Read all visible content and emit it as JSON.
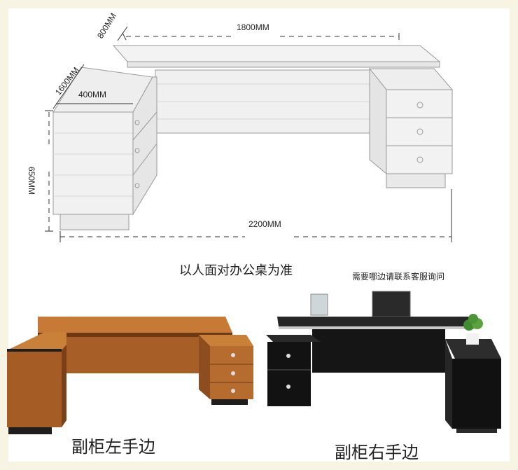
{
  "dimensions": {
    "length_top": "1800MM",
    "depth_top": "800MM",
    "side_length": "1600MM",
    "side_depth": "400MM",
    "height": "650MM",
    "total_length": "2200MM"
  },
  "captions": {
    "orientation_note": "以人面对办公桌为准",
    "contact_note": "需要哪边请联系客服询问",
    "left_variant": "副柜左手边",
    "right_variant": "副柜右手边"
  },
  "colors": {
    "frame": "#f7f4e3",
    "walnut": "#b86b2e",
    "walnut_dark": "#8a4b1c",
    "black_desk": "#1b1b1b",
    "sketch_line": "#8a8a8a"
  }
}
